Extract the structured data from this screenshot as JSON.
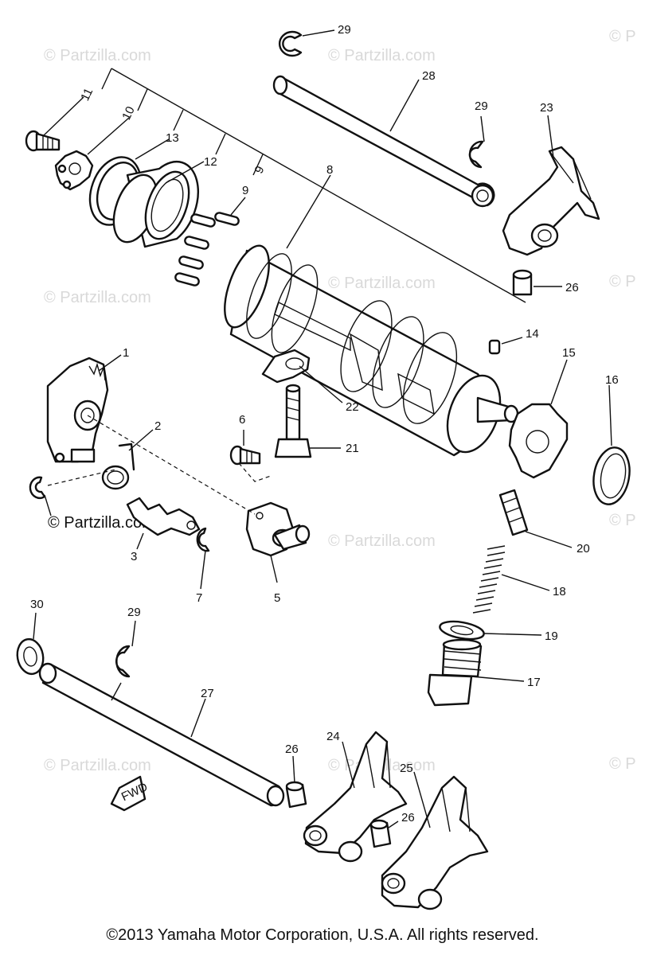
{
  "watermark": {
    "text": "© Partzilla.com",
    "cut_text": "© P",
    "prominent_text": "© Partzilla.com"
  },
  "fwd_label": "FWD",
  "copyright": "©2013 Yamaha Motor Corporation, U.S.A. All rights reserved.",
  "callouts": {
    "c1": "1",
    "c2": "2",
    "c3": "3",
    "c5": "5",
    "c6": "6",
    "c7": "7",
    "c8": "8",
    "c9": "9",
    "c9b": "9",
    "c10": "10",
    "c11": "11",
    "c12": "12",
    "c13": "13",
    "c14": "14",
    "c15": "15",
    "c16": "16",
    "c17": "17",
    "c18": "18",
    "c19": "19",
    "c20": "20",
    "c21": "21",
    "c22": "22",
    "c23": "23",
    "c24": "24",
    "c25": "25",
    "c26a": "26",
    "c26b": "26",
    "c26c": "26",
    "c27": "27",
    "c28": "28",
    "c29a": "29",
    "c29b": "29",
    "c29c": "29",
    "c30": "30"
  }
}
